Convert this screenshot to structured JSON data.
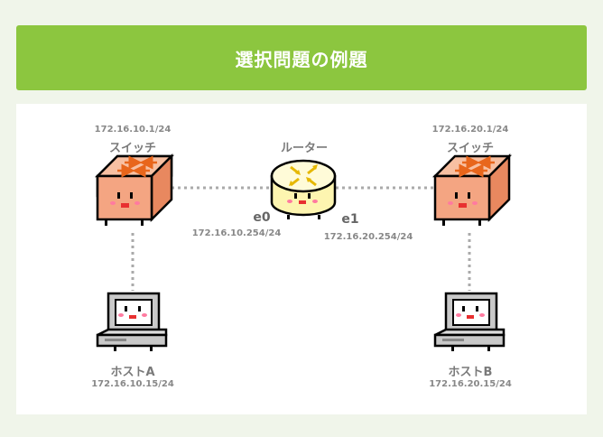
{
  "header": {
    "title": "選択問題の例題"
  },
  "switch1": {
    "ip": "172.16.10.1/24",
    "label": "スイッチ"
  },
  "switch2": {
    "ip": "172.16.20.1/24",
    "label": "スイッチ"
  },
  "router": {
    "label": "ルーター",
    "e0": {
      "name": "e0",
      "ip": "172.16.10.254/24"
    },
    "e1": {
      "name": "e1",
      "ip": "172.16.20.254/24"
    }
  },
  "hostA": {
    "label": "ホストA",
    "ip": "172.16.10.15/24"
  },
  "hostB": {
    "label": "ホストB",
    "ip": "172.16.20.15/24"
  },
  "colors": {
    "accent": "#8cc63f",
    "switch_fill": "#f4a582",
    "router_fill": "#fdf5b0",
    "router_arrows": "#f2d400",
    "host_fill": "#c9c9c9",
    "link": "#aaaaaa"
  }
}
